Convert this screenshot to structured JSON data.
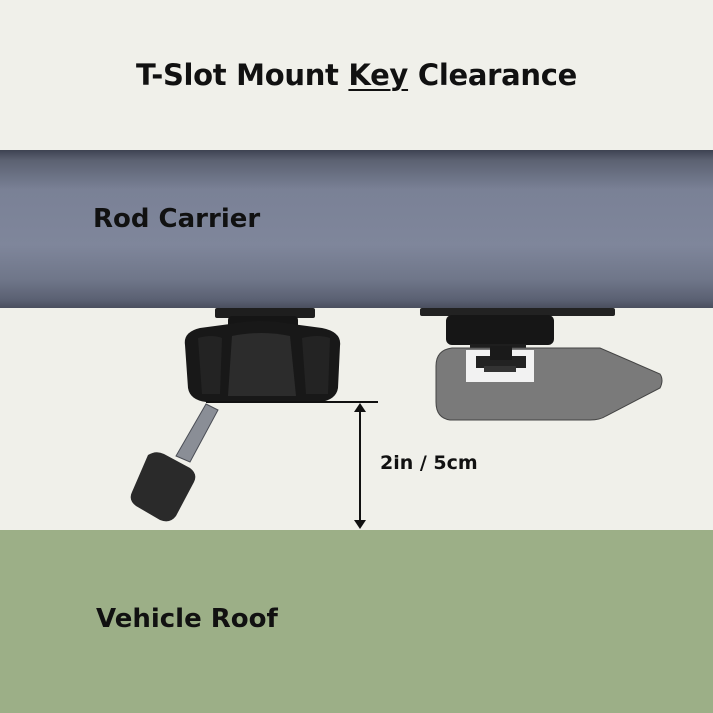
{
  "title": {
    "prefix": "T-Slot Mount ",
    "key": "Key",
    "suffix": " Clearance"
  },
  "labels": {
    "carrier": "Rod Carrier",
    "roof": "Vehicle Roof",
    "clearance": "2in / 5cm"
  },
  "colors": {
    "background": "#f0f0ea",
    "carrier": "#7a8196",
    "roof": "#9caf87",
    "hardware": "#1a1a1a",
    "rail": "#7a7a7a"
  }
}
